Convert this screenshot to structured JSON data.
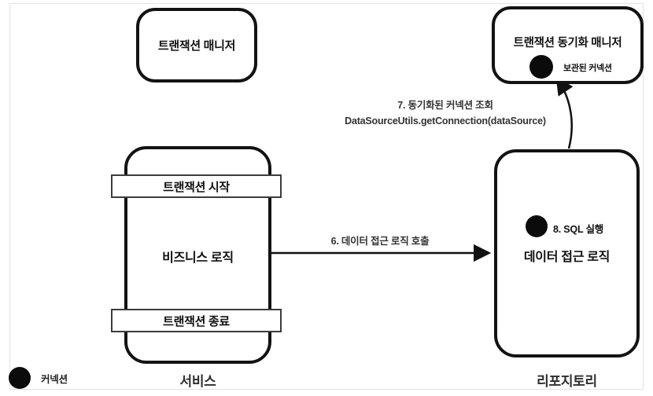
{
  "boxes": {
    "transaction_manager": "트랜잭션 매니저",
    "sync_manager": "트랜잭션 동기화 매니저",
    "stored_connection": "보관된 커넥션",
    "service": {
      "tx_begin": "트랜잭션 시작",
      "business_logic": "비즈니스 로직",
      "tx_end": "트랜잭션 종료"
    },
    "repository": {
      "sql_exec": "8. SQL 실행",
      "data_access_logic": "데이터 접근 로직"
    }
  },
  "arrows": {
    "step6_label": "6. 데이터 접근 로직 호출",
    "step7_line1": "7. 동기화된 커넥션 조회",
    "step7_line2": "DataSourceUtils.getConnection(dataSource)"
  },
  "legend": {
    "connection": "커넥션"
  },
  "footer": {
    "service": "서비스",
    "repository": "리포지토리"
  },
  "colors": {
    "ink": "#111111",
    "frame": "#e3e3e3",
    "dot": "#0b0b0b"
  }
}
